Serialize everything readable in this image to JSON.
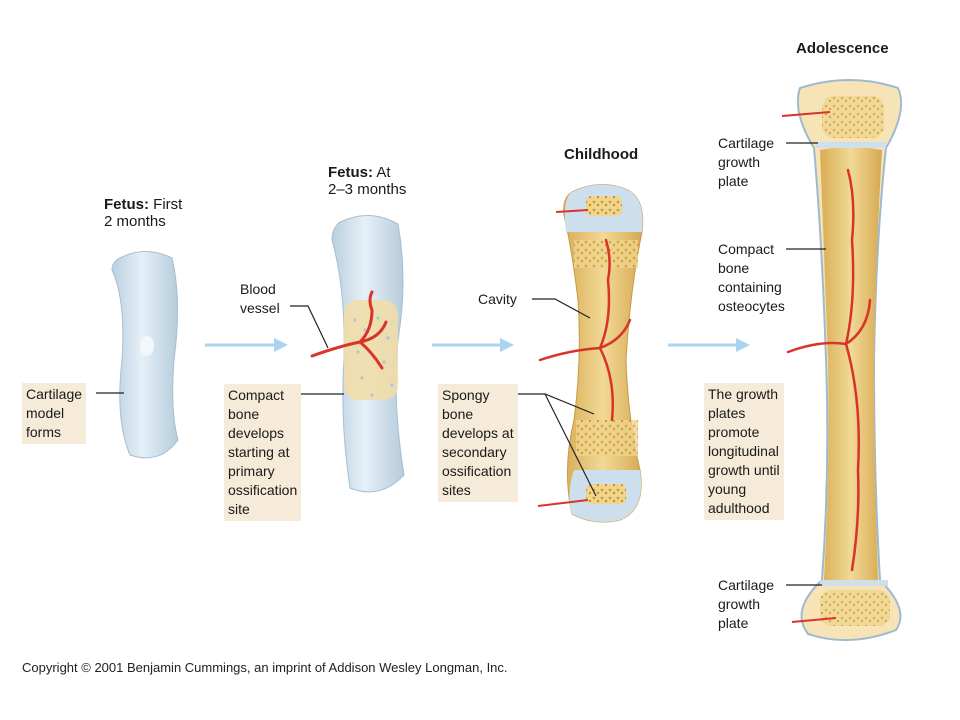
{
  "stages": {
    "fetus1": {
      "bold": "Fetus:",
      "rest_line1": " First",
      "line2": "2 months"
    },
    "fetus2": {
      "bold": "Fetus:",
      "rest_line1": " At",
      "line2": "2–3 months"
    },
    "childhood": "Childhood",
    "adolescence": "Adolescence"
  },
  "labels": {
    "cartilage_model": [
      "Cartilage",
      "model",
      "forms"
    ],
    "blood_vessel": [
      "Blood",
      "vessel"
    ],
    "compact_primary": [
      "Compact",
      "bone",
      "develops",
      "starting at",
      "primary",
      "ossification",
      "site"
    ],
    "cavity": "Cavity",
    "spongy": [
      "Spongy",
      "bone",
      "develops at",
      "secondary",
      "ossification",
      "sites"
    ],
    "cartilage_plate_top": [
      "Cartilage",
      "growth",
      "plate"
    ],
    "compact_osteocytes": [
      "Compact",
      "bone",
      "containing",
      "osteocytes"
    ],
    "growth_plates": [
      "The growth",
      "plates",
      "promote",
      "longitudinal",
      "growth until",
      "young",
      "adulthood"
    ],
    "cartilage_plate_bottom": [
      "Cartilage",
      "growth",
      "plate"
    ]
  },
  "copyright": "Copyright © 2001 Benjamin Cummings, an imprint of Addison Wesley Longman, Inc.",
  "colors": {
    "cartilage": "#cfe0ec",
    "bone": "#e9c97a",
    "vessel": "#d8342a",
    "arrow": "#a9d3ee",
    "label_bg": "#f6ead8"
  }
}
